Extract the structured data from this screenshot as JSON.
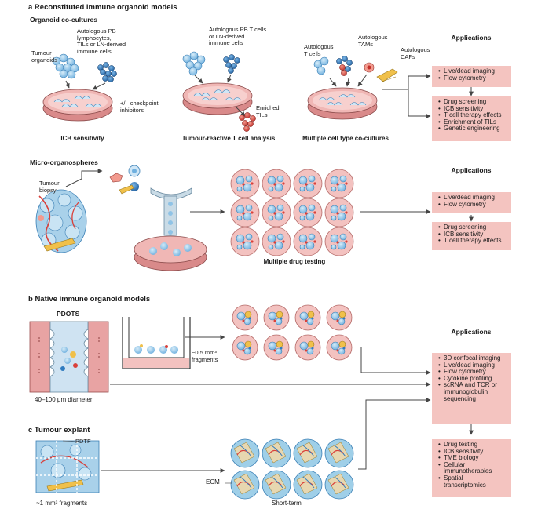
{
  "section_a": {
    "title": "a Reconstituted immune organoid models",
    "coculture": {
      "subtitle": "Organoid co-cultures",
      "tumour_organoids": "Tumour\norganoids",
      "autologous_pb": "Autologous PB\nlymphocytes,\nTILs or LN-derived\nimmune cells",
      "checkpoint": "+/– checkpoint\ninhibitors",
      "autologous_pbt": "Autologous PB T cells\nor LN-derived\nimmune cells",
      "enriched_tils": "Enriched\nTILs",
      "autologous_t": "Autologous\nT cells",
      "autologous_tams": "Autologous\nTAMs",
      "autologous_cafs": "Autologous\nCAFs",
      "cap_icb": "ICB sensitivity",
      "cap_tumour_reactive": "Tumour-reactive T cell analysis",
      "cap_multiple": "Multiple cell type co-cultures"
    },
    "micro": {
      "subtitle": "Micro-organospheres",
      "tumour_biopsy": "Tumour\nbiopsy",
      "cap_drug": "Multiple drug testing"
    }
  },
  "section_b": {
    "title": "b Native immune organoid models",
    "pdots": "PDOTS",
    "fragments": "~0.5 mm³\nfragments",
    "diameter": "40–100 μm diameter"
  },
  "section_c": {
    "title": "c Tumour explant",
    "pdtf": "PDTF",
    "fragments": "~1 mm³ fragments",
    "ecm": "ECM",
    "short_term": "Short-term"
  },
  "applications": {
    "title": "Applications",
    "a1_box1": [
      "Live/dead imaging",
      "Flow cytometry"
    ],
    "a1_box2": [
      "Drug screening",
      "ICB sensitivity",
      "T cell therapy effects",
      "Enrichment of TILs",
      "Genetic engineering"
    ],
    "a2_box1": [
      "Live/dead imaging",
      "Flow cytometry"
    ],
    "a2_box2": [
      "Drug screening",
      "ICB sensitivity",
      "T cell therapy effects"
    ],
    "b_box1": [
      "3D confocal imaging",
      "Live/dead imaging",
      "Flow cytometry",
      "Cytokine profiling",
      "scRNA and TCR or immunoglobulin sequencing"
    ],
    "b_box2": [
      "Drug testing",
      "ICB sensitivity",
      "TME biology",
      "Cellular immunotherapies",
      "Spatial transcriptomics"
    ]
  },
  "colors": {
    "dish_pink": "#e8a3a3",
    "organoid_blue": "#8fc3e6",
    "tcell_blue": "#2f7bbf",
    "tcell_red": "#d9403a",
    "app_box": "#f4c4c0",
    "arrow": "#444444"
  }
}
